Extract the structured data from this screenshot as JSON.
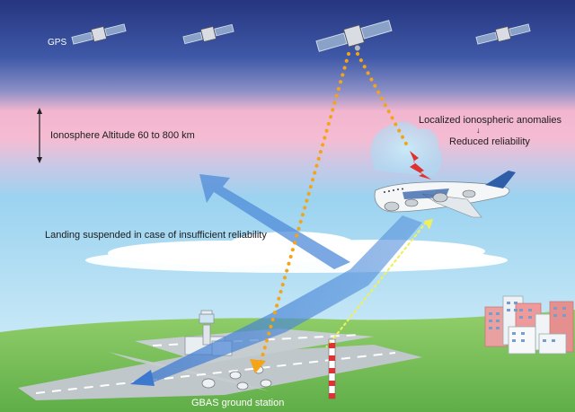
{
  "labels": {
    "gps": "GPS",
    "ionosphere": "Ionosphere Altitude 60 to 800 km",
    "anomaly_line1": "Localized ionospheric anomalies",
    "anomaly_arrow": "↓",
    "anomaly_line2": "Reduced reliability",
    "landing": "Landing suspended in case of insufficient reliability",
    "ground_station": "GBAS ground station"
  },
  "colors": {
    "sky_top": "#2b3f8e",
    "sky_mid": "#6e86c8",
    "ionosphere_band": "#f2b6cf",
    "sky_low": "#8fd0ef",
    "ground": "#7cc25b",
    "satellite_signal": "#f3a417",
    "ground_signal": "#f0ef5c",
    "flight_path": "#4a86d6",
    "anomaly_bolt": "#e03030"
  },
  "icons": [
    "satellite-icon",
    "airplane-icon",
    "lightning-icon",
    "control-tower-icon",
    "antenna-tower-icon",
    "building-icon"
  ]
}
